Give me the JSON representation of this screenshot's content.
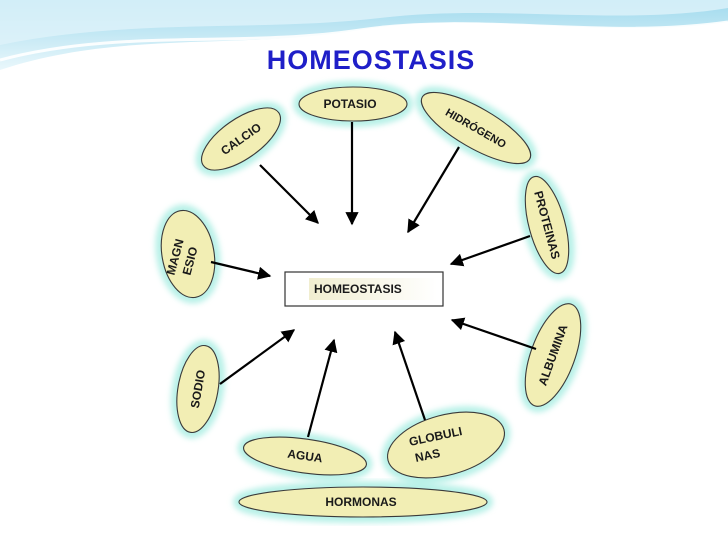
{
  "title": "HOMEOSTASIS",
  "center": {
    "label": "HOMEOSTASIS"
  },
  "factors": {
    "potasio": "POTASIO",
    "hidrogeno": "HIDRÓGENO",
    "proteinas": "PROTEINAS",
    "albumina": "ALBUMINA",
    "globulinas_line1": "GLOBULI",
    "globulinas_line2": "NAS",
    "hormonas": "HORMONAS",
    "agua": "AGUA",
    "sodio": "SODIO",
    "magnesio_line1": "MAGN",
    "magnesio_line2": "ESIO",
    "calcio": "CALCIO"
  },
  "colors": {
    "title": "#1f1fc8",
    "oval_fill": "#f2eeb4",
    "glow": "#7fe6d5",
    "wave_top": "#bfe6f2",
    "arrow": "#000000"
  }
}
